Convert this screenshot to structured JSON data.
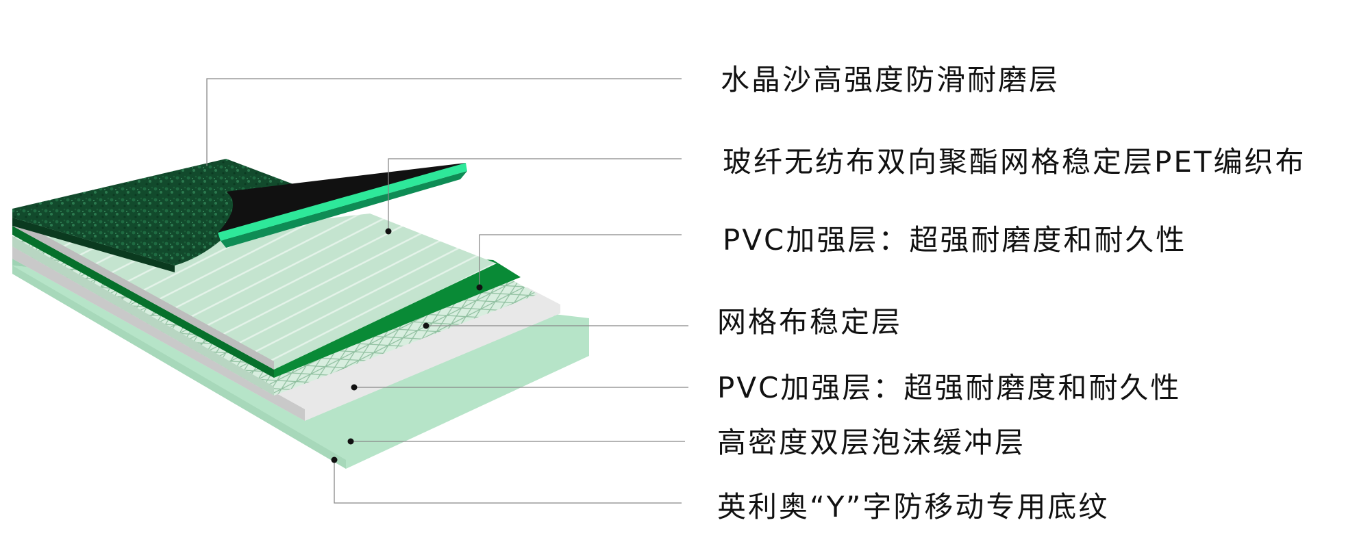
{
  "diagram": {
    "layers": [
      {
        "label": "水晶沙高强度防滑耐磨层"
      },
      {
        "label": "玻纤无纺布双向聚酯网格稳定层PET编织布"
      },
      {
        "label": "PVC加强层：超强耐磨度和耐久性"
      },
      {
        "label": "网格布稳定层"
      },
      {
        "label": "PVC加强层：超强耐磨度和耐久性"
      },
      {
        "label": "高密度双层泡沫缓冲层"
      },
      {
        "label": "英利奥“Y”字防移动专用底纹"
      }
    ],
    "colors": {
      "surface_dark": "#124a2c",
      "surface_texture": "#1f6b42",
      "accent_green": "#2ee89a",
      "pet_layer": "#c4e4cf",
      "pvc_green": "#098a36",
      "grid_layer": "#d8eedf",
      "pvc_white": "#e8e8e8",
      "foam_mint": "#b6e4c8",
      "leader_line": "#888888"
    }
  }
}
